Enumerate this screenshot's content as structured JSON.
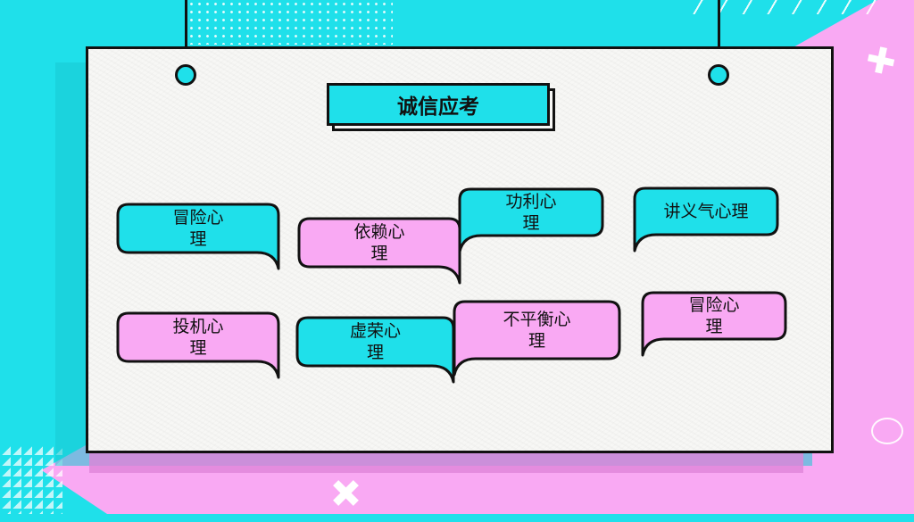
{
  "slide": {
    "title": "诚信应考",
    "colors": {
      "teal": "#1fe0ea",
      "pink": "#f9a9f3",
      "board": "#f7f7f5",
      "ink": "#111111"
    },
    "bubbles": [
      {
        "label": "冒险心\n理",
        "color": "teal"
      },
      {
        "label": "依赖心\n理",
        "color": "pink"
      },
      {
        "label": "功利心\n理",
        "color": "teal"
      },
      {
        "label": "讲义气心理",
        "color": "teal"
      },
      {
        "label": "投机心\n理",
        "color": "pink"
      },
      {
        "label": "虚荣心\n理",
        "color": "teal"
      },
      {
        "label": "不平衡心\n理",
        "color": "pink"
      },
      {
        "label": "冒险心\n理",
        "color": "pink"
      }
    ],
    "decorations": [
      "cross-icon",
      "cross-icon",
      "ring-icon"
    ]
  }
}
